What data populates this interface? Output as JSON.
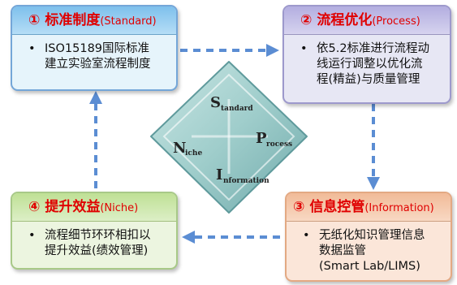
{
  "boxes": {
    "standard": {
      "number": "①",
      "title": "标准制度",
      "subtitle": "(Standard)",
      "bullet": "•",
      "lines": [
        "ISO15189国际标准",
        "建立实验室流程制度"
      ]
    },
    "process": {
      "number": "②",
      "title": "流程优化",
      "subtitle": "(Process)",
      "bullet": "•",
      "lines": [
        "依5.2标准进行流程动",
        "线运行调整以优化流",
        "程(精益)与质量管理"
      ]
    },
    "information": {
      "number": "③",
      "title": "信息控管",
      "subtitle": "(Information)",
      "bullet": "•",
      "lines": [
        "无纸化知识管理信息",
        "数据监管",
        "(Smart Lab/LIMS)"
      ]
    },
    "niche": {
      "number": "④",
      "title": "提升效益",
      "subtitle": "(Niche)",
      "bullet": "•",
      "lines": [
        "流程细节环环相扣以",
        "提升效益(绩效管理)"
      ]
    }
  },
  "center": {
    "s_initial": "S",
    "s_rest": "tandard",
    "p_initial": "P",
    "p_rest": "rocess",
    "i_initial": "I",
    "i_rest": "nformation",
    "n_initial": "N",
    "n_rest": "iche"
  },
  "colors": {
    "arrow": "#5b8dd3",
    "title_red": "#e00000",
    "diamond": "#a6d1d1"
  }
}
